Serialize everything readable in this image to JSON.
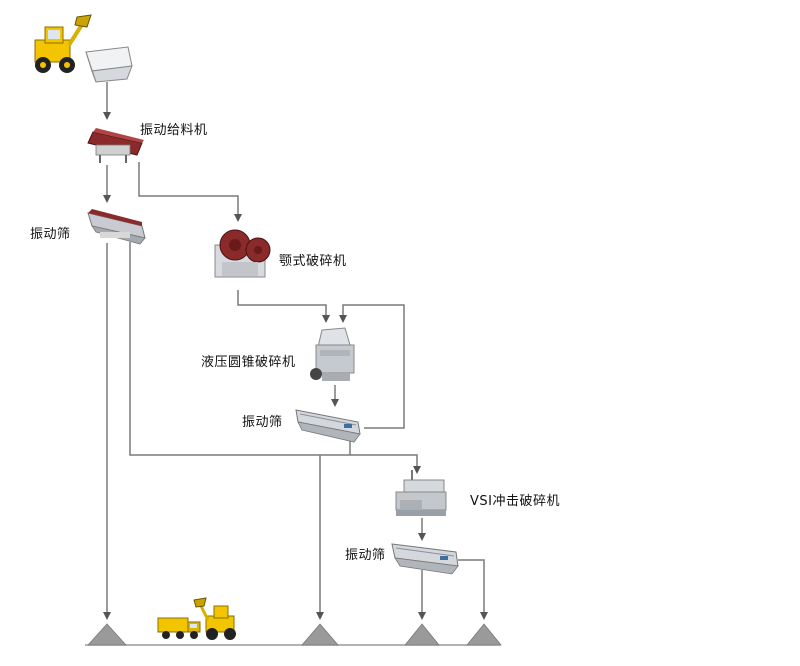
{
  "labels": {
    "feeder": "振动给料机",
    "screen_primary": "振动筛",
    "jaw_crusher": "颚式破碎机",
    "cone_crusher": "液压圆锥破碎机",
    "screen_secondary": "振动筛",
    "vsi_crusher": "VSI冲击破碎机",
    "screen_final": "振动筛"
  },
  "colors": {
    "line": "#7a7a7a",
    "arrow": "#555555",
    "machine_red": "#8a2a2a",
    "machine_grey": "#b8bcc2",
    "loader_yellow": "#f2c500",
    "pile": "#9a9a9a"
  }
}
